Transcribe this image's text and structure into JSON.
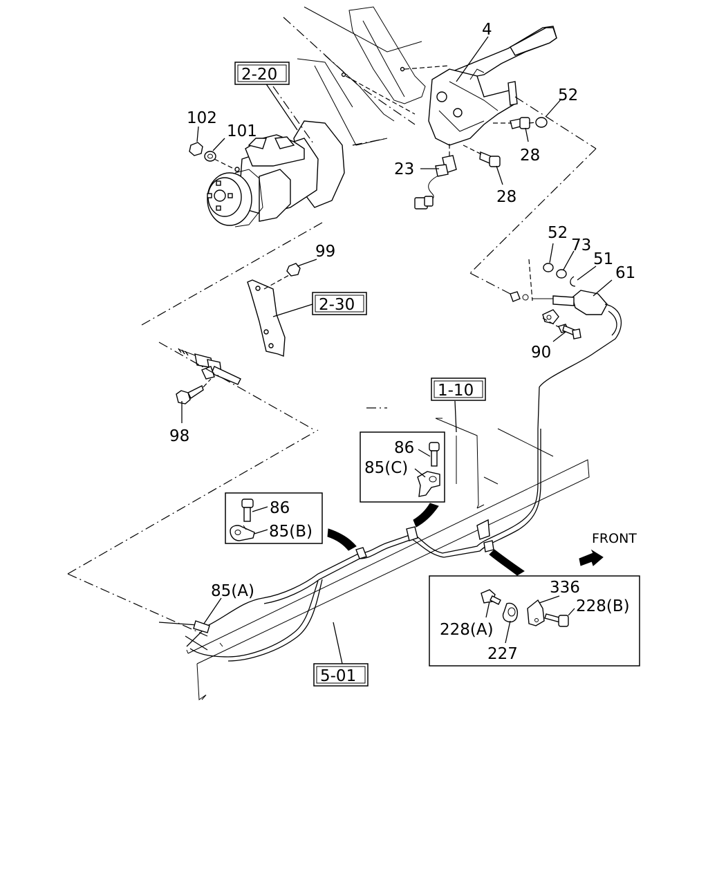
{
  "refs": {
    "r220": "2-20",
    "r230": "2-30",
    "r110": "1-10",
    "r501": "5-01"
  },
  "callouts": {
    "c4": "4",
    "c52a": "52",
    "c28a": "28",
    "c28b": "28",
    "c23": "23",
    "c102": "102",
    "c101": "101",
    "c99": "99",
    "c98": "98",
    "c52b": "52",
    "c73": "73",
    "c51": "51",
    "c61": "61",
    "c90": "90",
    "c86a": "86",
    "c85c": "85(C)",
    "c86b": "86",
    "c85b": "85(B)",
    "c85a": "85(A)",
    "c336": "336",
    "c228b": "228(B)",
    "c228a": "228(A)",
    "c227": "227"
  },
  "front_label": "FRONT"
}
